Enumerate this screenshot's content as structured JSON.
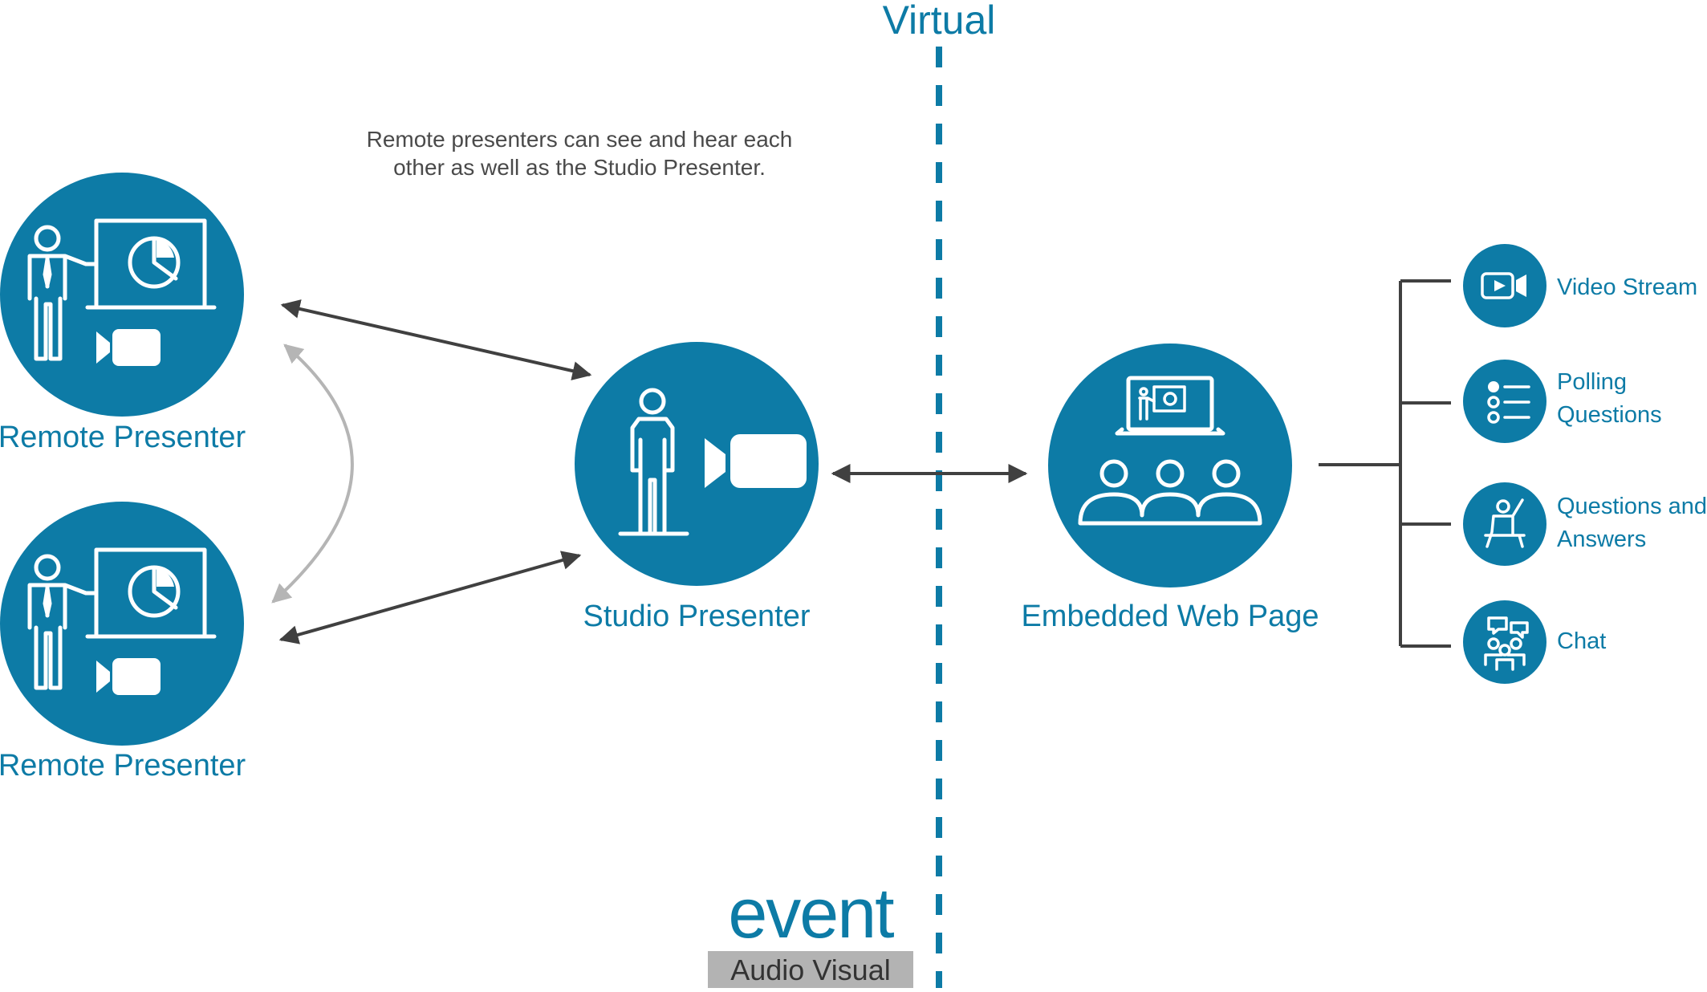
{
  "divider": {
    "label": "Virtual"
  },
  "note": {
    "line1": "Remote presenters can see and hear each",
    "line2": "other as well as the Studio Presenter."
  },
  "nodes": {
    "remote_presenter_top": "Remote Presenter",
    "remote_presenter_bottom": "Remote Presenter",
    "studio_presenter": "Studio Presenter",
    "embedded_web_page": "Embedded Web Page"
  },
  "features": {
    "video_stream": "Video Stream",
    "polling_line1": "Polling",
    "polling_line2": "Questions",
    "qa_line1": "Questions and",
    "qa_line2": "Answers",
    "chat": "Chat"
  },
  "logo": {
    "word": "event",
    "sub": "Audio Visual"
  },
  "colors": {
    "brand_blue": "#0d7ba6",
    "arrow_dark": "#404040",
    "arrow_light": "#b5b5b5",
    "logo_bar": "#b3b3b3"
  },
  "icons": [
    "presenter-board-icon",
    "video-camera-icon",
    "person-icon",
    "laptop-icon",
    "audience-icon",
    "video-stream-icon",
    "poll-list-icon",
    "raised-hand-icon",
    "chat-people-icon"
  ]
}
